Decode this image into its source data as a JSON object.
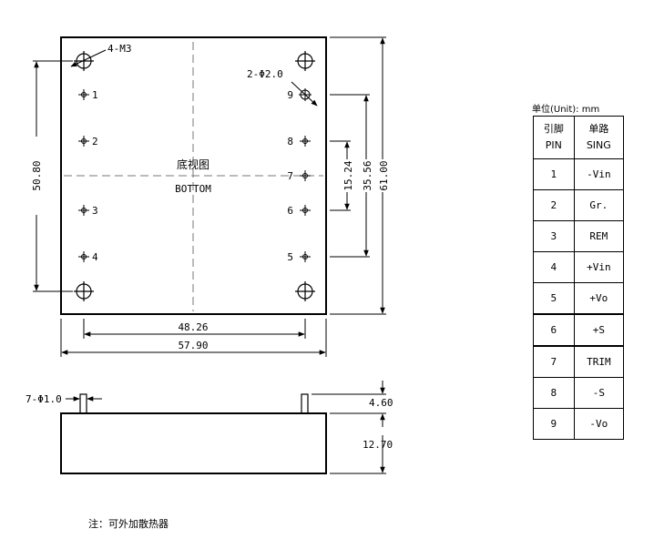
{
  "bottom_view": {
    "title_cn": "底视图",
    "title_en": "BOTTOM",
    "mount_hole_label": "4-M3",
    "locating_hole_label": "2-Φ2.0",
    "pin_labels": [
      "1",
      "2",
      "3",
      "4",
      "5",
      "6",
      "7",
      "8",
      "9"
    ],
    "dims": {
      "pin_row_height": "50.80",
      "pin_span_width": "48.26",
      "overall_width": "57.90",
      "pin_pitch_short": "15.24",
      "pin_pitch_long": "35.56",
      "overall_height": "61.00"
    }
  },
  "side_view": {
    "pin_label": "7-Φ1.0",
    "pin_height": "4.60",
    "body_height": "12.70"
  },
  "pin_table": {
    "unit": "单位(Unit): mm",
    "header": {
      "pin_cn": "引脚",
      "pin_en": "PIN",
      "sing_cn": "单路",
      "sing_en": "SING"
    },
    "rows": [
      {
        "pin": "1",
        "func": "-Vin"
      },
      {
        "pin": "2",
        "func": "Gr."
      },
      {
        "pin": "3",
        "func": "REM"
      },
      {
        "pin": "4",
        "func": "+Vin"
      },
      {
        "pin": "5",
        "func": "+Vo"
      },
      {
        "pin": "6",
        "func": "+S"
      },
      {
        "pin": "7",
        "func": "TRIM"
      },
      {
        "pin": "8",
        "func": "-S"
      },
      {
        "pin": "9",
        "func": "-Vo"
      }
    ]
  },
  "note": "注：可外加散热器"
}
